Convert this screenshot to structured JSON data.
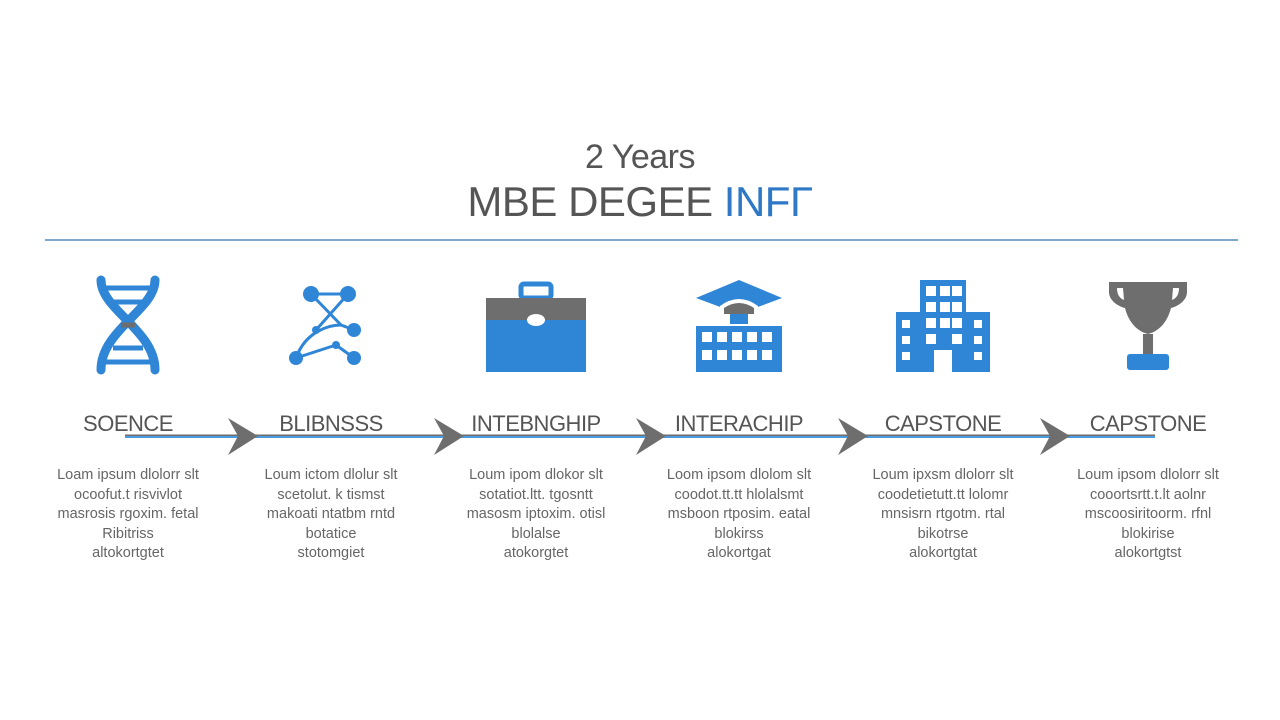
{
  "header": {
    "subtitle": "2 Years",
    "title_main": "MBE DEGEE ",
    "title_accent": "INFΓ"
  },
  "steps": [
    {
      "label": "SOENCE",
      "icon": "dna-icon",
      "desc": "Loam ipsum dlolorr slt\nocoofut.t risvivlot\nmasrosis rgoxim. fetal\nRibitriss\naltokortgtet"
    },
    {
      "label": "BLIBNSSS",
      "icon": "molecule-network-icon",
      "desc": "Loum ictom dlolur slt\nscetolut. k tismst\nmakoati ntatbm rntd\nbotatice\nstotomgiet"
    },
    {
      "label": "INTEBNGHIP",
      "icon": "briefcase-icon",
      "desc": "Loum ipom dlokor slt\nsotatiot.ltt. tgosntt\nmasosm iptoxim. otisl\nblolalse\natokorgtet"
    },
    {
      "label": "INTERACHIP",
      "icon": "graduation-building-icon",
      "desc": "Loom ipsom dlolom slt\ncoodot.tt.tt hlolalsmt\nmsboon rtposim. eatal\nblokirss\nalokortgat"
    },
    {
      "label": "CAPSTONE",
      "icon": "office-building-icon",
      "desc": "Loum ipxsm dlolorr slt\ncoodetietutt.tt lolomr\nmnsisrn rtgotm. rtal\nbikotrse\nalokortgtat"
    },
    {
      "label": "CAPSTONE",
      "icon": "trophy-icon",
      "desc": "Loum ipsom dlolorr slt\ncooortsrtt.t.lt aolnr\nmscoosiritoorm. rfnl\nblokirise\nalokortgtst"
    }
  ],
  "colors": {
    "blue": "#2f86d6",
    "gray": "#6e6e6e",
    "line_blue": "#4a9be0"
  }
}
